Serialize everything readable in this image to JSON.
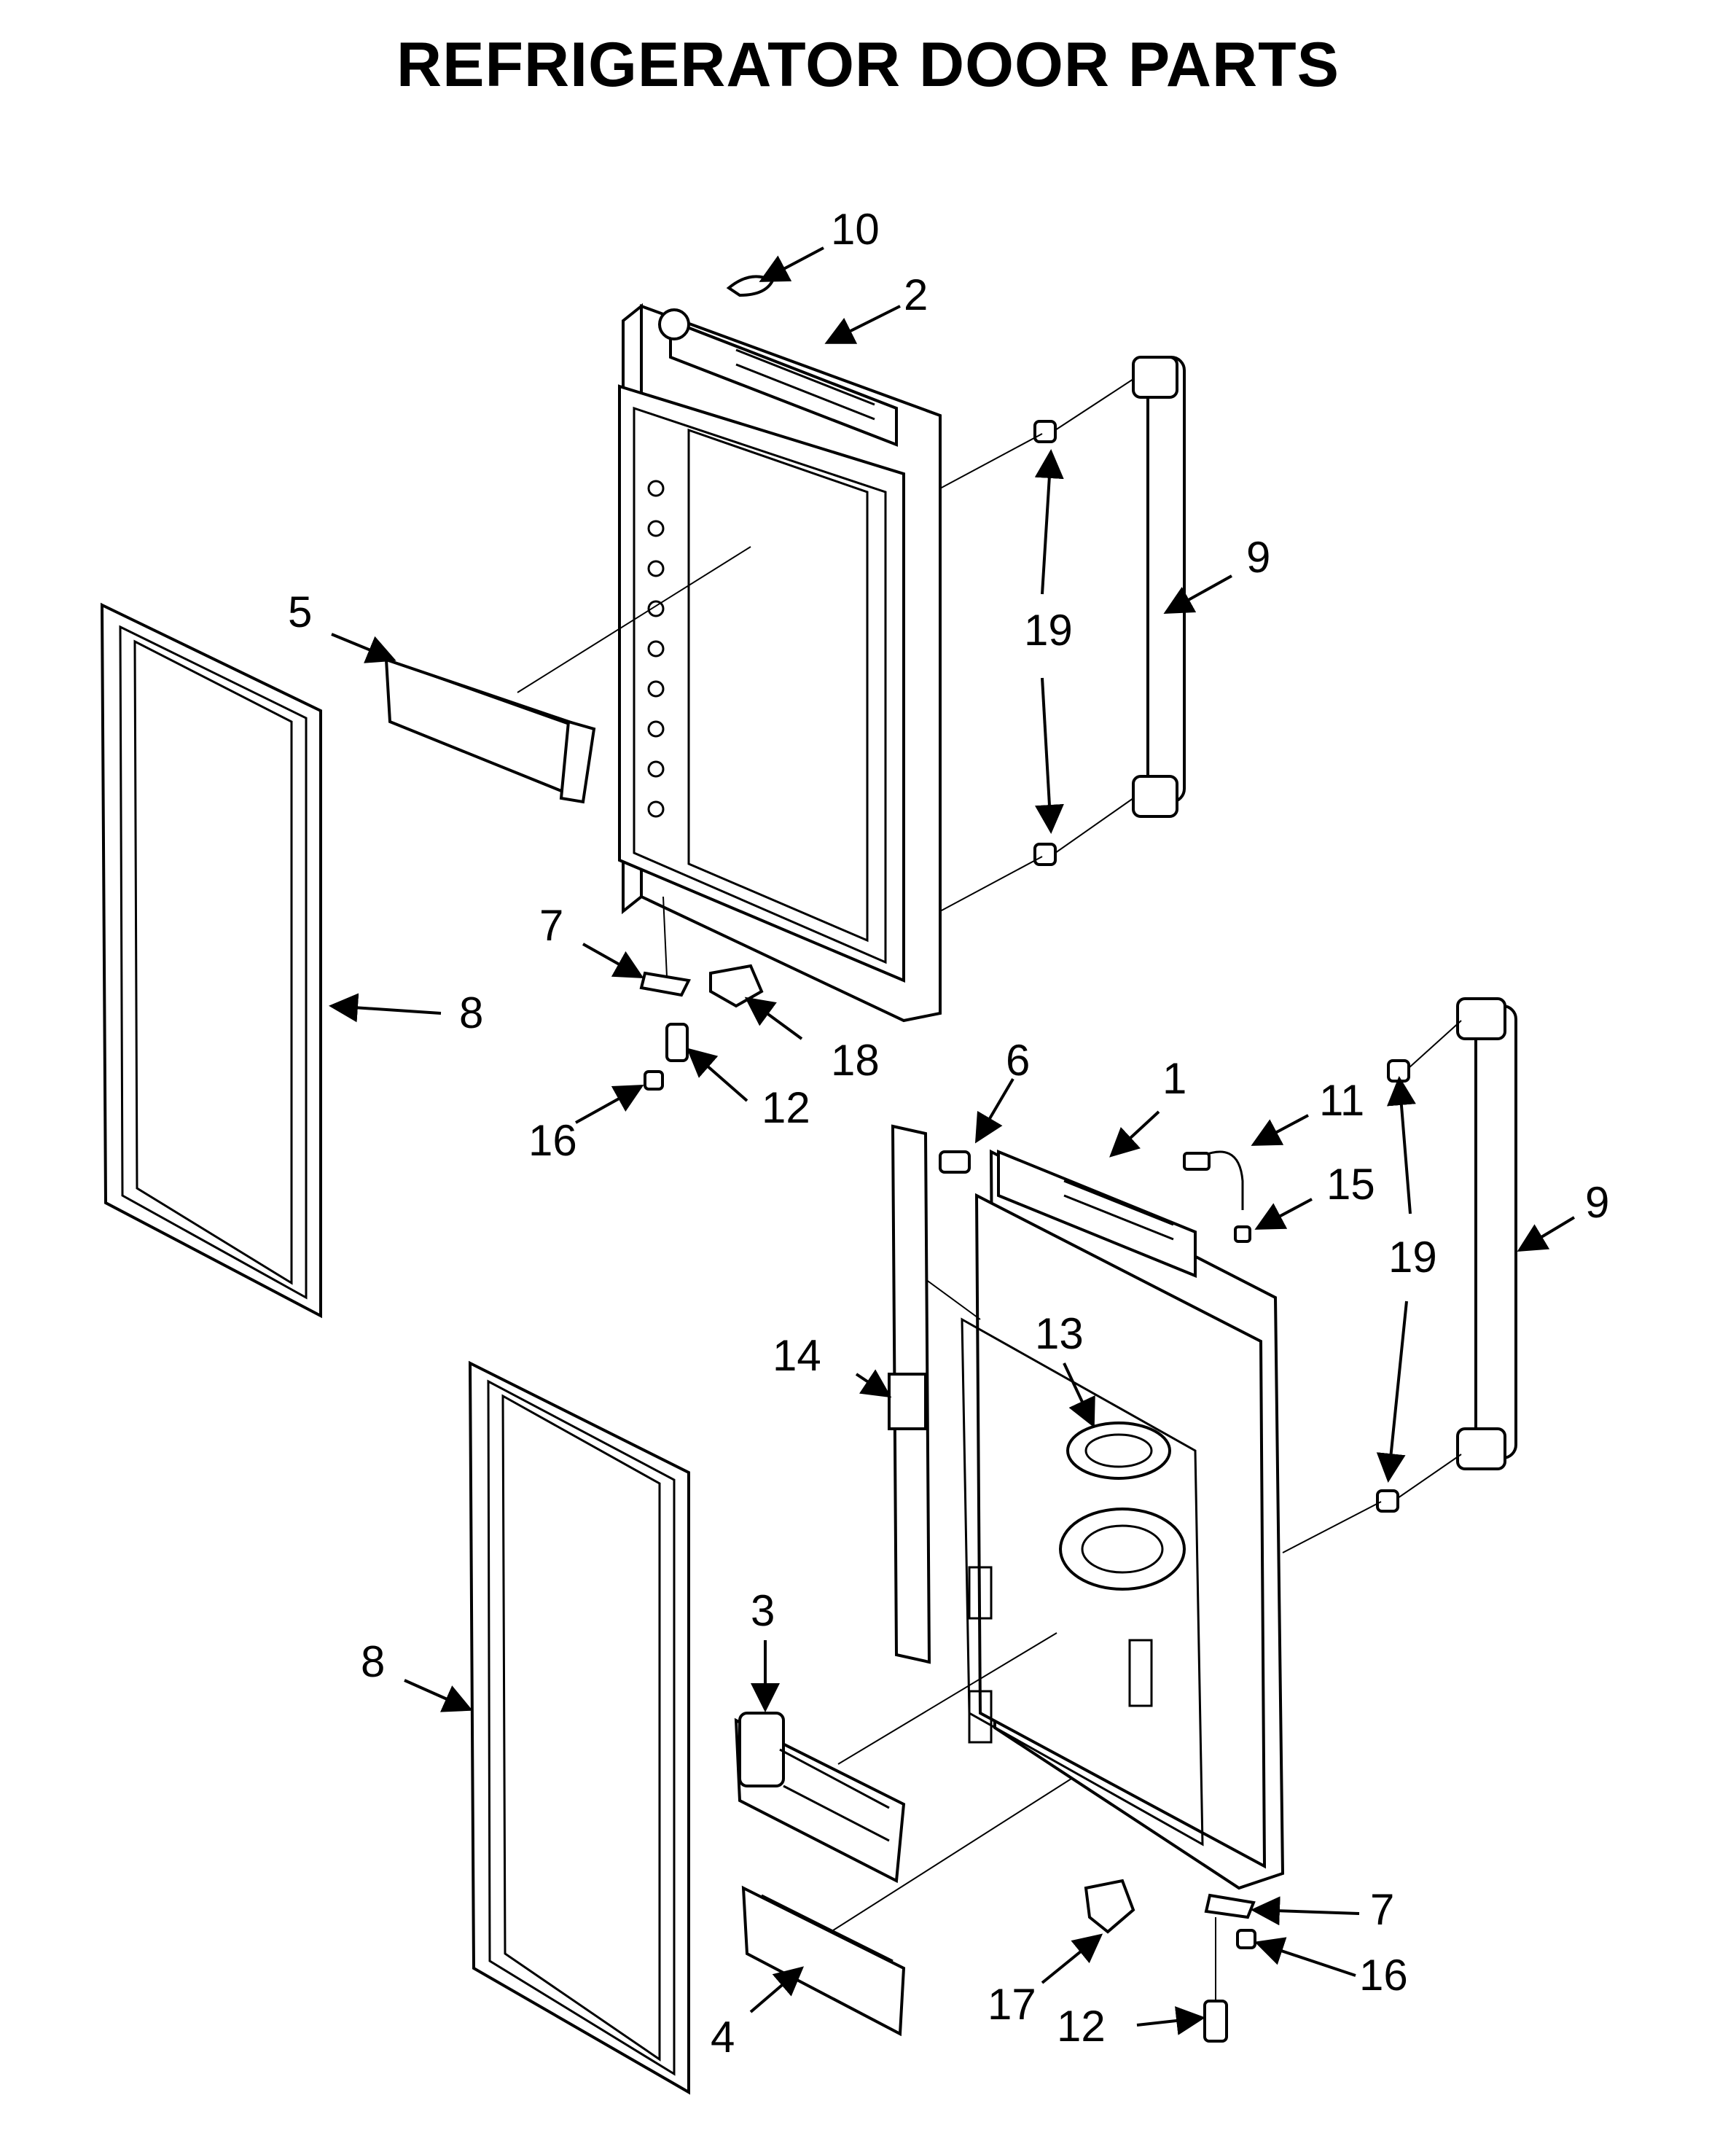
{
  "title": "REFRIGERATOR DOOR PARTS",
  "callouts": [
    {
      "id": "c-10",
      "label": "10"
    },
    {
      "id": "c-2",
      "label": "2"
    },
    {
      "id": "c-9a",
      "label": "9"
    },
    {
      "id": "c-19a",
      "label": "19"
    },
    {
      "id": "c-5",
      "label": "5"
    },
    {
      "id": "c-8a",
      "label": "8"
    },
    {
      "id": "c-7a",
      "label": "7"
    },
    {
      "id": "c-18",
      "label": "18"
    },
    {
      "id": "c-12a",
      "label": "12"
    },
    {
      "id": "c-16a",
      "label": "16"
    },
    {
      "id": "c-6",
      "label": "6"
    },
    {
      "id": "c-1",
      "label": "1"
    },
    {
      "id": "c-11",
      "label": "11"
    },
    {
      "id": "c-15",
      "label": "15"
    },
    {
      "id": "c-9b",
      "label": "9"
    },
    {
      "id": "c-19b",
      "label": "19"
    },
    {
      "id": "c-13",
      "label": "13"
    },
    {
      "id": "c-14",
      "label": "14"
    },
    {
      "id": "c-8b",
      "label": "8"
    },
    {
      "id": "c-3",
      "label": "3"
    },
    {
      "id": "c-7b",
      "label": "7"
    },
    {
      "id": "c-16b",
      "label": "16"
    },
    {
      "id": "c-17",
      "label": "17"
    },
    {
      "id": "c-12b",
      "label": "12"
    },
    {
      "id": "c-4",
      "label": "4"
    }
  ]
}
